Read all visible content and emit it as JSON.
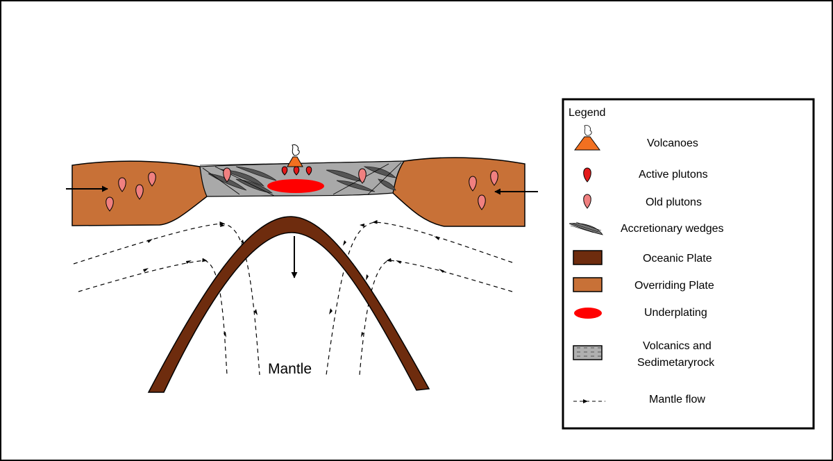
{
  "diagram": {
    "mantle_label": "Mantle",
    "colors": {
      "oceanic_plate": "#6e2c0e",
      "overriding_plate": "#c87137",
      "underplating": "#ff0000",
      "active_pluton": "#e31a1a",
      "old_pluton": "#f08080",
      "volcano": "#f27020",
      "wedge": "#a9a9a9"
    }
  },
  "legend": {
    "title": "Legend",
    "items": [
      {
        "icon": "volcano-icon",
        "label": "Volcanoes"
      },
      {
        "icon": "active-pluton-icon",
        "label": "Active plutons"
      },
      {
        "icon": "old-pluton-icon",
        "label": "Old plutons"
      },
      {
        "icon": "accretionary-wedge-icon",
        "label": "Accretionary wedges"
      },
      {
        "icon": "oceanic-plate-swatch",
        "label": "Oceanic Plate"
      },
      {
        "icon": "overriding-plate-swatch",
        "label": "Overriding Plate"
      },
      {
        "icon": "underplating-swatch",
        "label": "Underplating"
      },
      {
        "icon": "volcanics-sediment-swatch",
        "label_line1": "Volcanics and",
        "label_line2": "Sedimetaryrock"
      },
      {
        "icon": "mantle-flow-icon",
        "label": "Mantle flow"
      }
    ]
  }
}
